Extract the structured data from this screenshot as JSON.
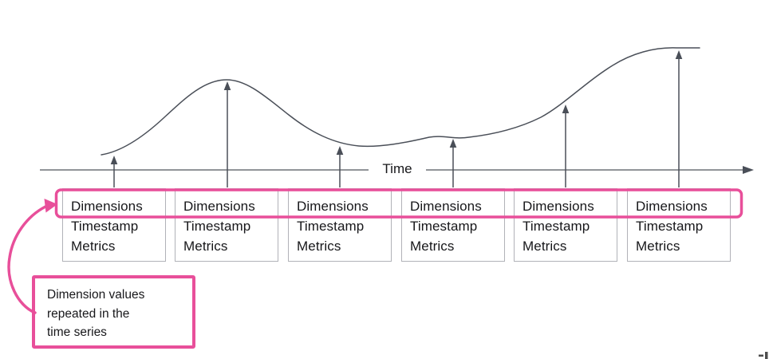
{
  "diagram": {
    "time_axis_label": "Time"
  },
  "boxes": [
    {
      "lines": [
        "Dimensions",
        "Timestamp",
        "Metrics"
      ]
    },
    {
      "lines": [
        "Dimensions",
        "Timestamp",
        "Metrics"
      ]
    },
    {
      "lines": [
        "Dimensions",
        "Timestamp",
        "Metrics"
      ]
    },
    {
      "lines": [
        "Dimensions",
        "Timestamp",
        "Metrics"
      ]
    },
    {
      "lines": [
        "Dimensions",
        "Timestamp",
        "Metrics"
      ]
    },
    {
      "lines": [
        "Dimensions",
        "Timestamp",
        "Metrics"
      ]
    }
  ],
  "callout": {
    "lines": [
      "Dimension values",
      "repeated in the",
      "time series"
    ]
  },
  "colors": {
    "accent_pink": "#e84f9a",
    "line_dark": "#4a4f58",
    "box_border": "#b1b2b8",
    "text": "#17171a"
  }
}
